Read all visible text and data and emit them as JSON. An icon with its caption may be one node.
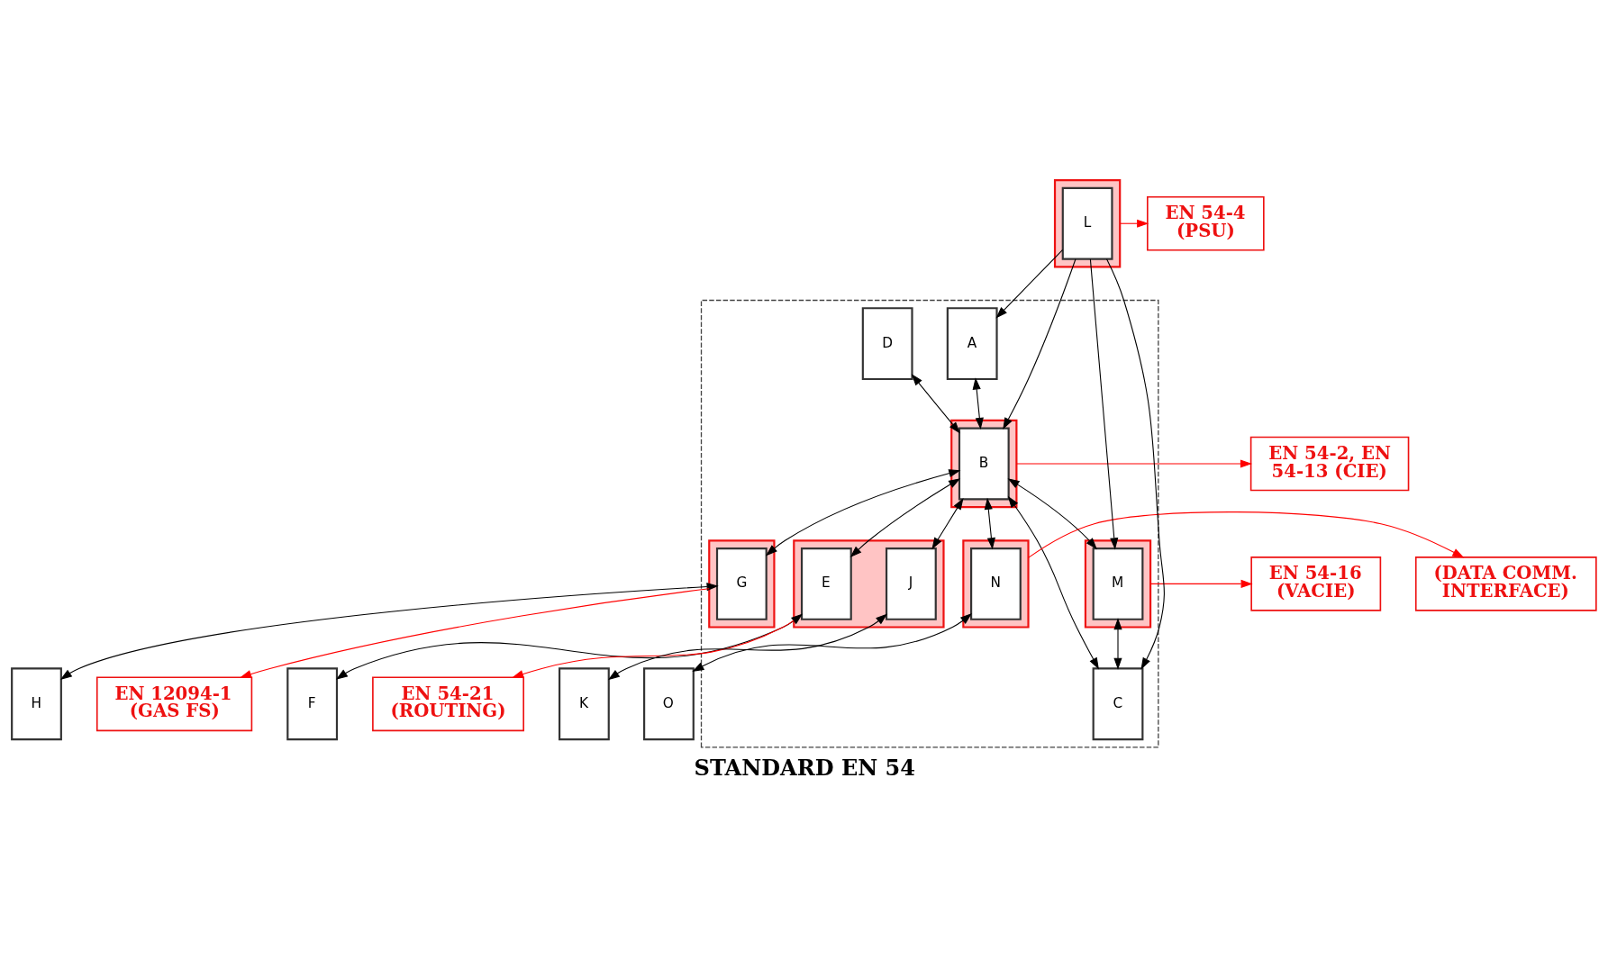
{
  "diagram": {
    "title": "STANDARD EN 54",
    "nodes": [
      {
        "text": [],
        "shape": "box"
      },
      {
        "text": [
          "A"
        ],
        "in": 0
      },
      {
        "text": [
          "D"
        ],
        "in": 0
      },
      {
        "text": [],
        "shape": "box"
      },
      {
        "text": [
          "L"
        ],
        "in": 3
      },
      {
        "text": [],
        "shape": "box",
        "in": 0
      },
      {
        "text": [
          "B"
        ],
        "in": 5
      },
      {
        "text": [],
        "shape": "box",
        "in": 0
      },
      {
        "text": [
          "M"
        ],
        "in": 7
      },
      {
        "text": [],
        "shape": "box",
        "in": 0
      },
      {
        "text": [
          "G"
        ],
        "in": 9
      },
      {
        "text": [],
        "shape": "box",
        "in": 0
      },
      {
        "text": [
          "E"
        ],
        "in": 11
      },
      {
        "text": [
          "J"
        ],
        "in": 11
      },
      {
        "text": [],
        "shape": "box",
        "in": 0
      },
      {
        "text": [
          "N"
        ],
        "in": 14
      },
      {
        "text": [
          "C"
        ],
        "in": 0
      },
      {
        "text": [
          "H"
        ]
      },
      {
        "text": [
          "F"
        ]
      },
      {
        "text": [
          "K"
        ]
      },
      {
        "text": [
          "O"
        ]
      },
      {
        "text": [
          "EN 54-4 (PSU)"
        ]
      },
      {
        "text": [
          "EN 54-2, EN 54-13 (CIE)"
        ]
      },
      {
        "text": [
          "EN 54-16 (VACIE)"
        ]
      },
      {
        "text": [
          "(DATA COMM. INTERFACE)"
        ]
      },
      {
        "text": [
          "EN 12094-1 (GAS FS)"
        ]
      },
      {
        "text": [
          "EN 54-21 (ROUTING)"
        ]
      }
    ],
    "edges": [
      {
        "from": 4,
        "to": 1,
        "arrow": "to"
      },
      {
        "from": 4,
        "to": 6,
        "arrow": "to"
      },
      {
        "from": 4,
        "to": 8,
        "arrow": "to"
      },
      {
        "from": 4,
        "to": 16,
        "arrow": "to"
      },
      {
        "from": 1,
        "to": 6,
        "arrow": "both"
      },
      {
        "from": 2,
        "to": 6,
        "arrow": "both"
      },
      {
        "from": 6,
        "to": 8,
        "arrow": "both"
      },
      {
        "from": 6,
        "to": 16,
        "arrow": "both"
      },
      {
        "from": 6,
        "to": 10,
        "arrow": "both"
      },
      {
        "from": 6,
        "to": 12,
        "arrow": "both"
      },
      {
        "from": 6,
        "to": 13,
        "arrow": "both"
      },
      {
        "from": 6,
        "to": 15,
        "arrow": "both"
      },
      {
        "from": 8,
        "to": 16,
        "arrow": "both"
      },
      {
        "from": 10,
        "to": 17,
        "arrow": "both"
      },
      {
        "from": 12,
        "to": 18,
        "arrow": "both"
      },
      {
        "from": 13,
        "to": 19,
        "arrow": "both"
      },
      {
        "from": 15,
        "to": 20,
        "arrow": "both"
      },
      {
        "from": 3,
        "to": 21,
        "arrow": "to",
        "color": "#ff0000"
      },
      {
        "from": 5,
        "to": 22,
        "arrow": "to",
        "color": "#ff0000"
      },
      {
        "from": 7,
        "to": 23,
        "arrow": "to",
        "color": "#ff0000"
      },
      {
        "from": 14,
        "to": 24,
        "arrow": "to",
        "color": "#ff0000"
      },
      {
        "from": 9,
        "to": 25,
        "arrow": "to",
        "color": "#ff0000"
      },
      {
        "from": 11,
        "to": 26,
        "arrow": "to",
        "color": "#ff0000"
      }
    ]
  }
}
